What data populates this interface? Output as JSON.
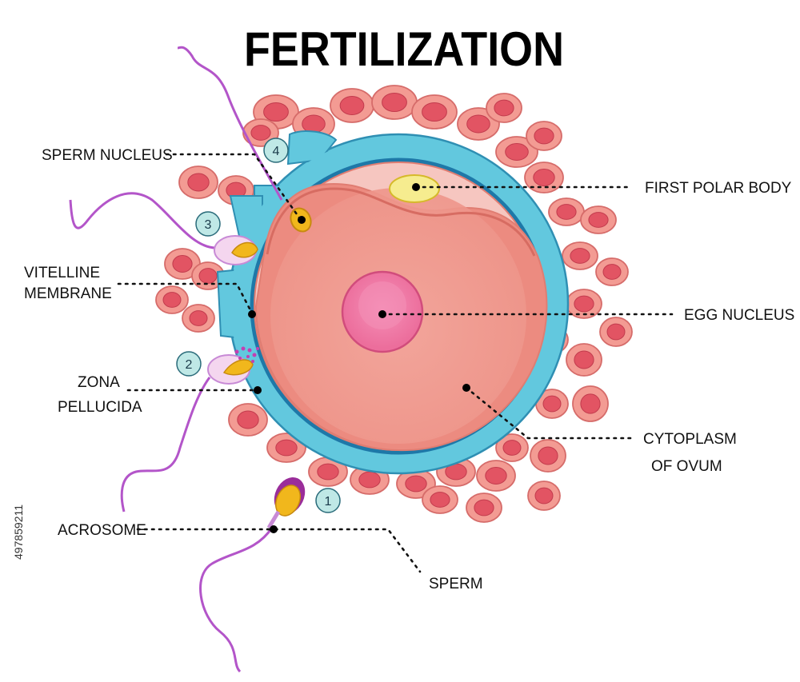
{
  "title": "FERTILIZATION",
  "labels": {
    "sperm_nucleus": "SPERM NUCLEUS",
    "vitelline_membrane": [
      "VITELLINE",
      "MEMBRANE"
    ],
    "zona_pellucida": [
      "ZONA",
      "PELLUCIDA"
    ],
    "acrosome": "ACROSOME",
    "first_polar_body": "FIRST POLAR BODY",
    "egg_nucleus": "EGG NUCLEUS",
    "cytoplasm_of_ovum": [
      "CYTOPLASM",
      "OF OVUM"
    ],
    "sperm": "SPERM"
  },
  "steps": [
    "1",
    "2",
    "3",
    "4"
  ],
  "watermark_id": "497859211",
  "colors": {
    "zona": "#62c8de",
    "zona_dark": "#2f8fb3",
    "cytoplasm": "#f1a095",
    "cytoplasm_top": "#f6c6c0",
    "egg_nucleus": "#f07aa6",
    "cell_fill": "#f39b93",
    "cell_core": "#e25463",
    "sperm_head": "#f1b71c",
    "sperm_tail": "#b355c9"
  }
}
